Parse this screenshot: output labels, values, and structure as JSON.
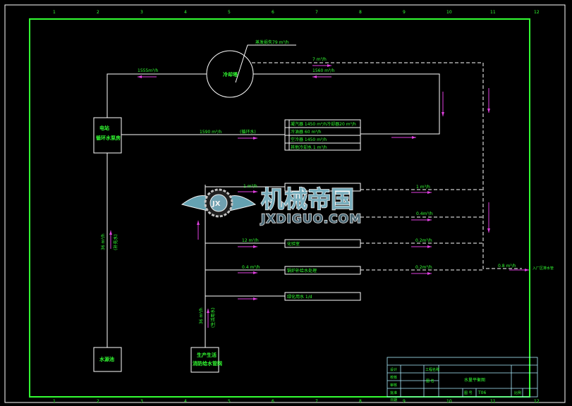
{
  "drawing": {
    "col_labels": [
      "1",
      "2",
      "3",
      "4",
      "5",
      "6",
      "7",
      "8",
      "9",
      "10",
      "11",
      "12"
    ],
    "cooling_tower": {
      "label": "冷却塔",
      "evaporation": "蒸发损失79 m³/h"
    },
    "flows": {
      "return_to_pump": "1555m³/h",
      "tower_out": "1560 m³/h",
      "tower_blowdown": "7  m³/h",
      "pump_out": "1590 m³/h",
      "pump_out_note": "(循环水)",
      "makeup": "36 m³/h",
      "makeup_note": "(补充水)",
      "domestic": "36 m³/h",
      "domestic_note": "(生活用水)",
      "branch1": "1 m³/h",
      "branch2": "12 m³/h",
      "branch3": "0.4 m³/h",
      "drain1": "1 m³/h",
      "drain2": "0.4m³/h",
      "drain3": "0.2m³/h",
      "drain4": "0.2m³/h",
      "drain_total": "0.8 m³/h",
      "drain_dest": "入厂区排水管"
    },
    "pump_house": "电站 循环水泵房",
    "water_pool": "水源池",
    "supply_network": "生产生活 消防给水管网",
    "consumer_table": [
      "凝汽器  1450  m³/h冷却器20   m³/h",
      "冷油器    60   m³/h",
      "空冷器  1450  m³/h",
      "其他冷却水    1  m³/h"
    ],
    "branch_boxes": [
      "化验室",
      "锅炉补给水处理",
      "绿化用水 1/d"
    ]
  },
  "title_block": {
    "roles": [
      "设计",
      "校核",
      "审核",
      "批准",
      "日期"
    ],
    "project_label": "工程名称",
    "drawing_name_label": "图 名",
    "drawing_name": "水量平衡图",
    "drawing_no_label": "图 号",
    "drawing_no": "T06",
    "scale_label": "比例"
  },
  "watermark": {
    "text_cn": "机械帝国",
    "text_en": "JXDIGUO.COM",
    "emblem": "JX"
  },
  "colors": {
    "background": "#000000",
    "frame": "#33ff33",
    "lines": "#ffffff",
    "arrows": "#e040e0",
    "text": "#33ff33"
  }
}
